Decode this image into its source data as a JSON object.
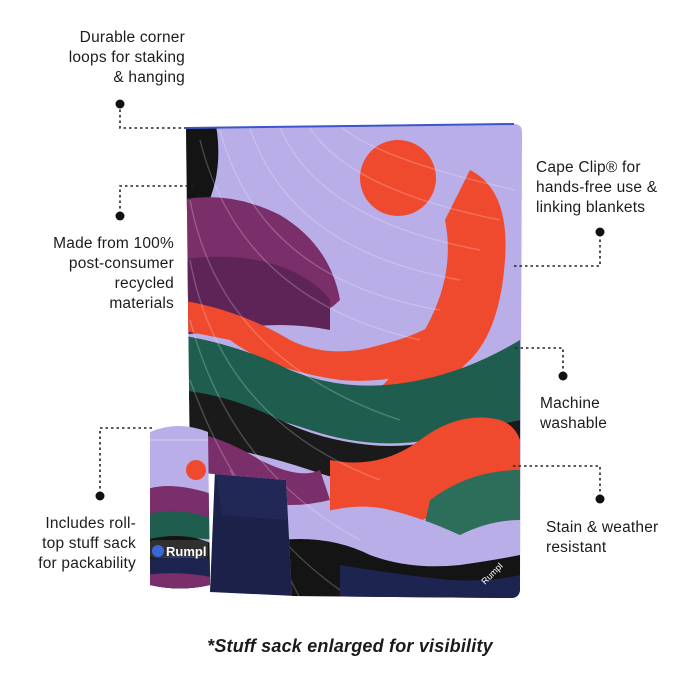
{
  "callouts": {
    "corner_loops": [
      "Durable corner",
      "loops for staking",
      "& hanging"
    ],
    "recycled": [
      "Made from 100%",
      "post-consumer",
      "recycled",
      "materials"
    ],
    "stuff_sack": [
      "Includes roll-",
      "top stuff sack",
      "for packability"
    ],
    "cape_clip": [
      "Cape Clip® for",
      "hands-free use &",
      "linking blankets"
    ],
    "washable": [
      "Machine",
      "washable"
    ],
    "stain": [
      "Stain & weather",
      "resistant"
    ]
  },
  "footnote": "*Stuff sack enlarged for visibility",
  "brand": {
    "sack_logo": "Rumpl",
    "blanket_logo": "Rumpl"
  },
  "colors": {
    "lavender": "#b9aee8",
    "red": "#f04a2e",
    "plum": "#7a2e6a",
    "green": "#1f5e4e",
    "navy": "#1d2450",
    "black": "#141414"
  }
}
